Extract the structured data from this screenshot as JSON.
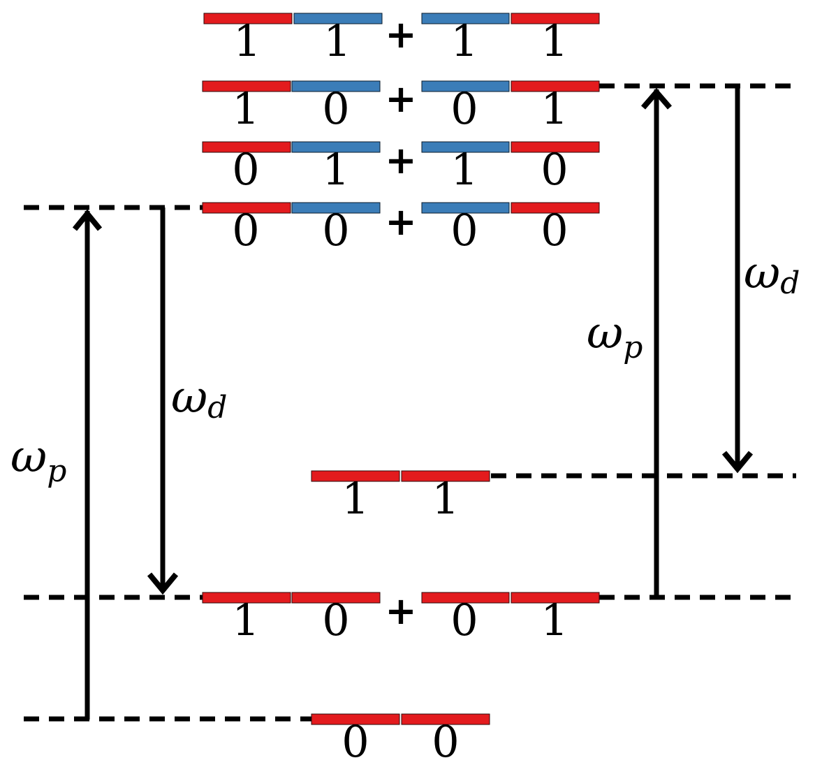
{
  "colors": {
    "red_mode": "#e31b1e",
    "blue_mode": "#3b7db8",
    "line": "#000000"
  },
  "states": {
    "top_11": {
      "left": [
        "1",
        "1"
      ],
      "right": [
        "1",
        "1"
      ],
      "plus": "+"
    },
    "sup_10": {
      "left": [
        "1",
        "0"
      ],
      "right": [
        "0",
        "1"
      ],
      "plus": "+"
    },
    "sup_01": {
      "left": [
        "0",
        "1"
      ],
      "right": [
        "1",
        "0"
      ],
      "plus": "+"
    },
    "sup_00": {
      "left": [
        "0",
        "0"
      ],
      "right": [
        "0",
        "0"
      ],
      "plus": "+"
    },
    "mid_11": {
      "digits": [
        "1",
        "1"
      ]
    },
    "low_10": {
      "left": [
        "1",
        "0"
      ],
      "right": [
        "0",
        "1"
      ],
      "plus": "+"
    },
    "ground_00": {
      "digits": [
        "0",
        "0"
      ]
    }
  },
  "transitions": {
    "left_pump": {
      "symbol": "ω",
      "sub": "p"
    },
    "left_drive": {
      "symbol": "ω",
      "sub": "d"
    },
    "right_pump": {
      "symbol": "ω",
      "sub": "p"
    },
    "right_drive": {
      "symbol": "ω",
      "sub": "d"
    }
  }
}
